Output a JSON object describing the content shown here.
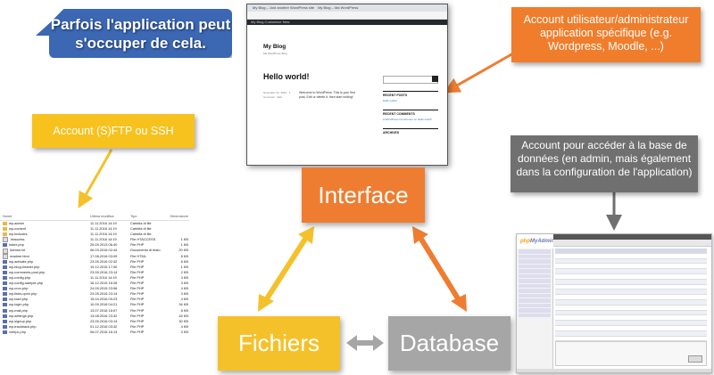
{
  "callouts": {
    "app_handles": "Parfois l'application peut s'occuper de cela.",
    "app_account": "Account utilisateur/administrateur application spécifique (e.g. Wordpress, Moodle, ...)",
    "sftp_account": "Account (S)FTP ou SSH",
    "db_account": "Account pour accéder à la base de données (en admin, mais également dans la configuration de l'application)"
  },
  "boxes": {
    "interface": "Interface",
    "fichiers": "Fichiers",
    "database": "Database"
  },
  "colors": {
    "blue": "#3b67b3",
    "orange": "#ee7d31",
    "yellow": "#f5c12a",
    "gray": "#a6a6a6",
    "dark_gray": "#707070"
  },
  "browser": {
    "tab1": "My Blog – Just another WordPress site",
    "tab2": "My Blog – Ma WordPress",
    "wp_bar": "My Blog  Customize  New",
    "blog_title": "My Blog",
    "tagline": "Ma WordPress Blog",
    "post_title": "Hello world!",
    "post_meta": "November 11, 2016 · 1 Comment · Edit",
    "post_body": "Welcome to WordPress. This is your first post. Edit or delete it, then start writing!",
    "recent_posts": "RECENT POSTS",
    "recent_post_link": "Hello world!",
    "recent_comments": "RECENT COMMENTS",
    "recent_comment_link": "A WordPress Commenter on Hello world!",
    "archives": "ARCHIVES"
  },
  "file_list": {
    "headers": [
      "Nome",
      "Ultima modifica",
      "Tipo",
      "Dimensione"
    ],
    "rows": [
      {
        "name": "wp-admin",
        "date": "11.11.2016 14:19",
        "type": "Cartella di file",
        "size": "",
        "icon": "folder"
      },
      {
        "name": "wp-content",
        "date": "11.11.2016 14:19",
        "type": "Cartella di file",
        "size": "",
        "icon": "folder"
      },
      {
        "name": "wp-includes",
        "date": "11.11.2016 14:19",
        "type": "Cartella di file",
        "size": "",
        "icon": "folder"
      },
      {
        "name": ".htaccess",
        "date": "11.11.2016 14:19",
        "type": "File HTACCESS",
        "size": "1 KB",
        "icon": "text"
      },
      {
        "name": "index.php",
        "date": "25.09.2013 06:40",
        "type": "File PHP",
        "size": "1 KB",
        "icon": "php"
      },
      {
        "name": "license.txt",
        "date": "06.03.2016 02:44",
        "type": "Documento di testo",
        "size": "20 KB",
        "icon": "text"
      },
      {
        "name": "readme.html",
        "date": "17.08.2016 03:09",
        "type": "File HTML",
        "size": "8 KB",
        "icon": "text"
      },
      {
        "name": "wp-activate.php",
        "date": "23.05.2016 02:32",
        "type": "File PHP",
        "size": "6 KB",
        "icon": "php"
      },
      {
        "name": "wp-blog-header.php",
        "date": "19.12.2015 17:00",
        "type": "File PHP",
        "size": "1 KB",
        "icon": "php"
      },
      {
        "name": "wp-comments-post.php",
        "date": "23.05.2016 23:14",
        "type": "File PHP",
        "size": "2 KB",
        "icon": "php"
      },
      {
        "name": "wp-config.php",
        "date": "11.11.2016 14:19",
        "type": "File PHP",
        "size": "3 KB",
        "icon": "php"
      },
      {
        "name": "wp-config-sample.php",
        "date": "16.12.2015 16:28",
        "type": "File PHP",
        "size": "3 KB",
        "icon": "php"
      },
      {
        "name": "wp-cron.php",
        "date": "24.05.2015 23:56",
        "type": "File PHP",
        "size": "4 KB",
        "icon": "php"
      },
      {
        "name": "wp-links-opml.php",
        "date": "23.05.2016 23:14",
        "type": "File PHP",
        "size": "3 KB",
        "icon": "php"
      },
      {
        "name": "wp-load.php",
        "date": "15.04.2016 09:23",
        "type": "File PHP",
        "size": "4 KB",
        "icon": "php"
      },
      {
        "name": "wp-login.php",
        "date": "10.09.2016 04:21",
        "type": "File PHP",
        "size": "34 KB",
        "icon": "php"
      },
      {
        "name": "wp-mail.php",
        "date": "13.07.2016 16:07",
        "type": "File PHP",
        "size": "8 KB",
        "icon": "php"
      },
      {
        "name": "wp-settings.php",
        "date": "13.08.2016 23:32",
        "type": "File PHP",
        "size": "16 KB",
        "icon": "php"
      },
      {
        "name": "wp-signup.php",
        "date": "23.05.2016 03:14",
        "type": "File PHP",
        "size": "30 KB",
        "icon": "php"
      },
      {
        "name": "wp-trackback.php",
        "date": "01.12.2016 03:32",
        "type": "File PHP",
        "size": "4 KB",
        "icon": "php"
      },
      {
        "name": "xmlrpc.php",
        "date": "06.07.2016 16:13",
        "type": "File PHP",
        "size": "3 KB",
        "icon": "php"
      }
    ]
  },
  "pma": {
    "logo_php": "php",
    "logo_myadmin": "MyAdmin"
  }
}
